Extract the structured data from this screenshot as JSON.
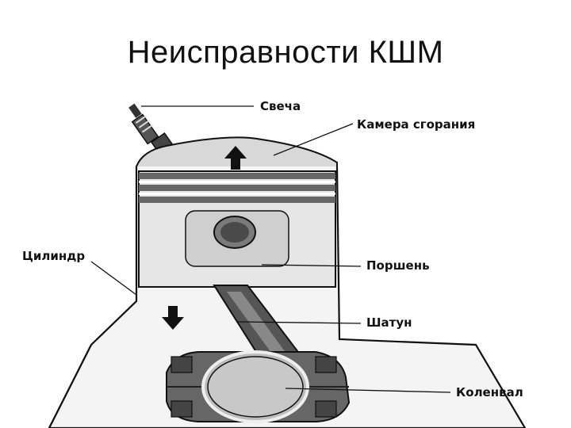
{
  "slide": {
    "title": "Неисправности КШМ"
  },
  "labels": {
    "spark_plug": "Свеча",
    "combustion_chamber": "Камера сгорания",
    "cylinder": "Цилиндр",
    "piston": "Поршень",
    "connecting_rod": "Шатун",
    "crankshaft": "Коленвал"
  },
  "icons": {
    "up_arrow": "arrow-up-icon",
    "down_arrow": "arrow-down-icon"
  }
}
